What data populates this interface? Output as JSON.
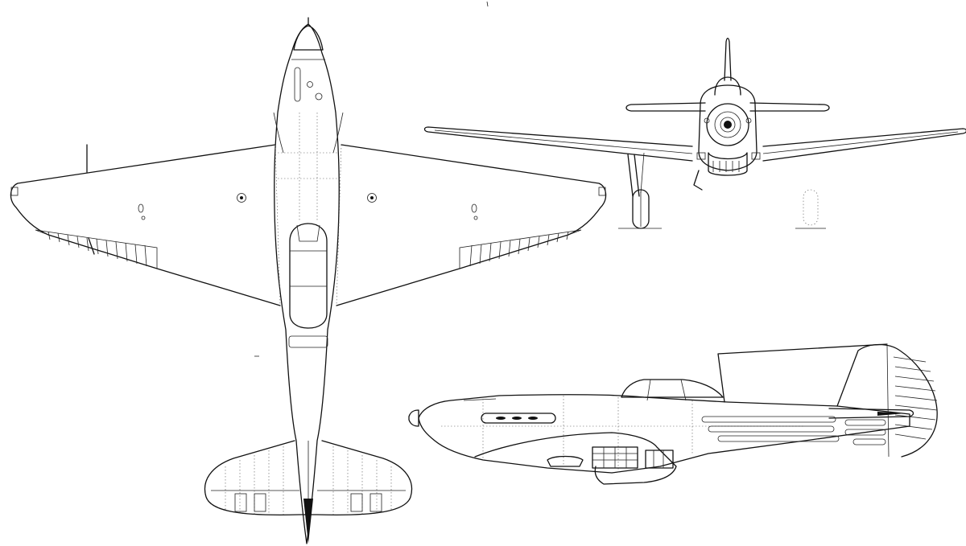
{
  "drawing": {
    "views": [
      "plan-view",
      "front-view",
      "side-view"
    ],
    "colors": {
      "background": "#ffffff",
      "line": "#111111"
    }
  }
}
